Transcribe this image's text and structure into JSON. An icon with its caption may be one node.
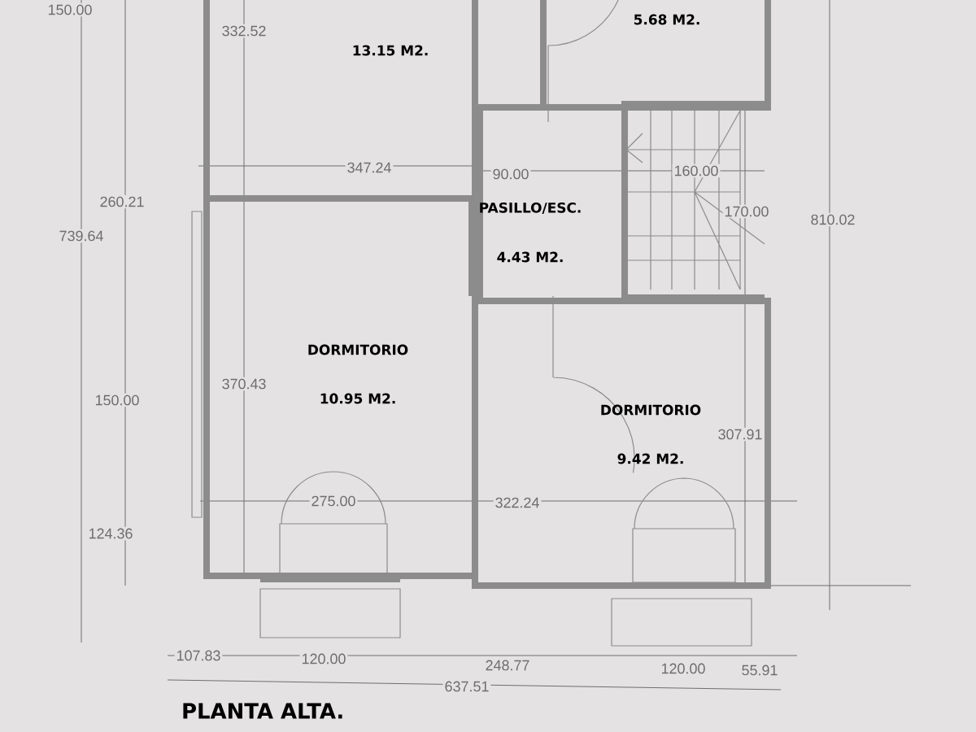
{
  "diagram": {
    "title": "PLANTA ALTA.",
    "nodes": [
      {
        "text": [
          "13.15 M2."
        ]
      },
      {
        "text": [
          "5.68 M2."
        ]
      },
      {
        "text": [
          "PASILLO/ESC.",
          "4.43 M2."
        ]
      },
      {
        "text": [
          "DORMITORIO",
          "10.95 M2."
        ]
      },
      {
        "text": [
          "DORMITORIO",
          "9.42 M2."
        ]
      }
    ],
    "labels": [
      "150.00",
      "332.52",
      "260.21",
      "739.64",
      "347.24",
      "90.00",
      "160.00",
      "170.00",
      "810.02",
      "150.00",
      "370.43",
      "124.36",
      "275.00",
      "322.24",
      "307.91",
      "107.83",
      "120.00",
      "248.77",
      "120.00",
      "55.91",
      "637.51"
    ]
  }
}
